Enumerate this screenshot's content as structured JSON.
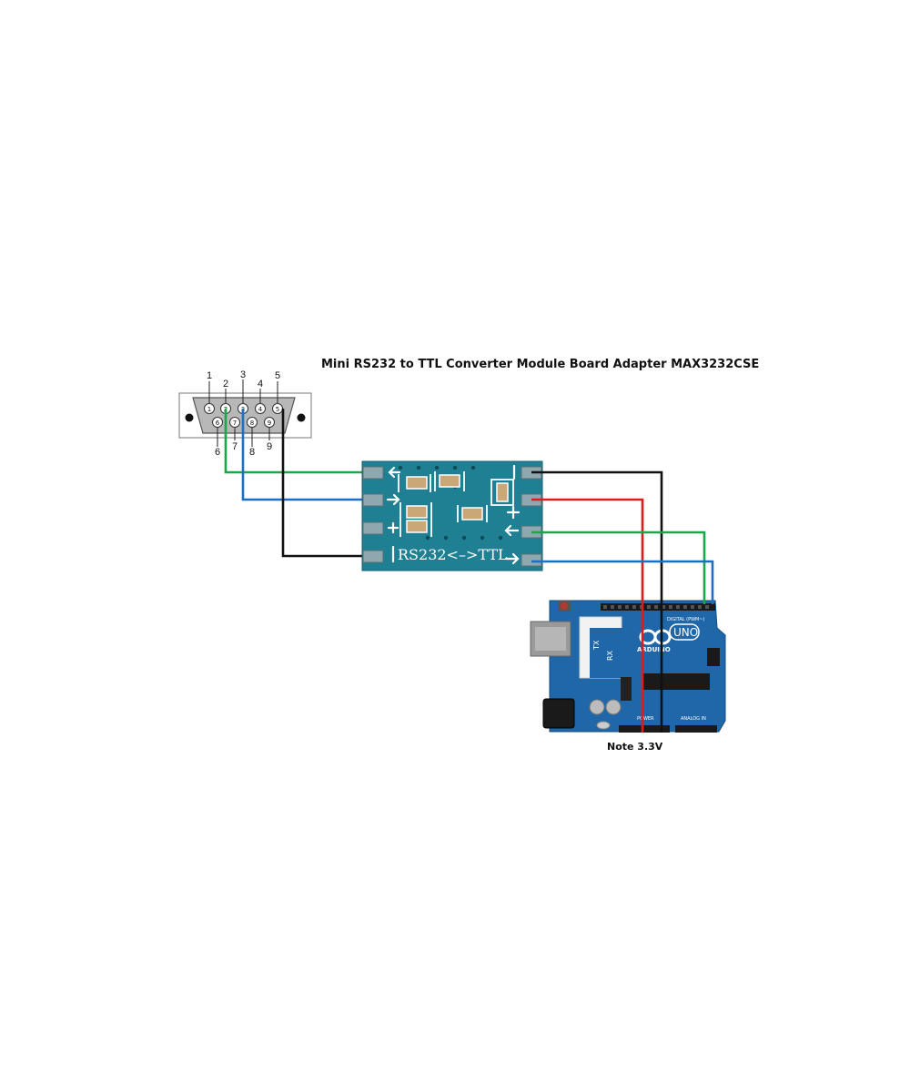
{
  "diagram": {
    "title": "Mini RS232 to TTL Converter Module Board Adapter MAX3232CSE",
    "note": "Note 3.3V"
  },
  "db9": {
    "top_pins": [
      "1",
      "2",
      "3",
      "4",
      "5"
    ],
    "bottom_pins": [
      "6",
      "7",
      "8",
      "9"
    ]
  },
  "module": {
    "silkscreen": "RS232<–>TTL"
  },
  "arduino": {
    "logo_text": "ARDUINO",
    "model": "UNO",
    "tx_label": "TX",
    "rx_label": "RX",
    "digital_label": "DIGITAL (PWM~)",
    "power_label": "POWER",
    "analog_label": "ANALOG IN"
  },
  "colors": {
    "green_wire": "#1aa64a",
    "blue_wire": "#1b6fc4",
    "black_wire": "#111111",
    "red_wire": "#e31a1a",
    "pcb_module": "#1f7f93",
    "pcb_arduino": "#1f67a8"
  }
}
